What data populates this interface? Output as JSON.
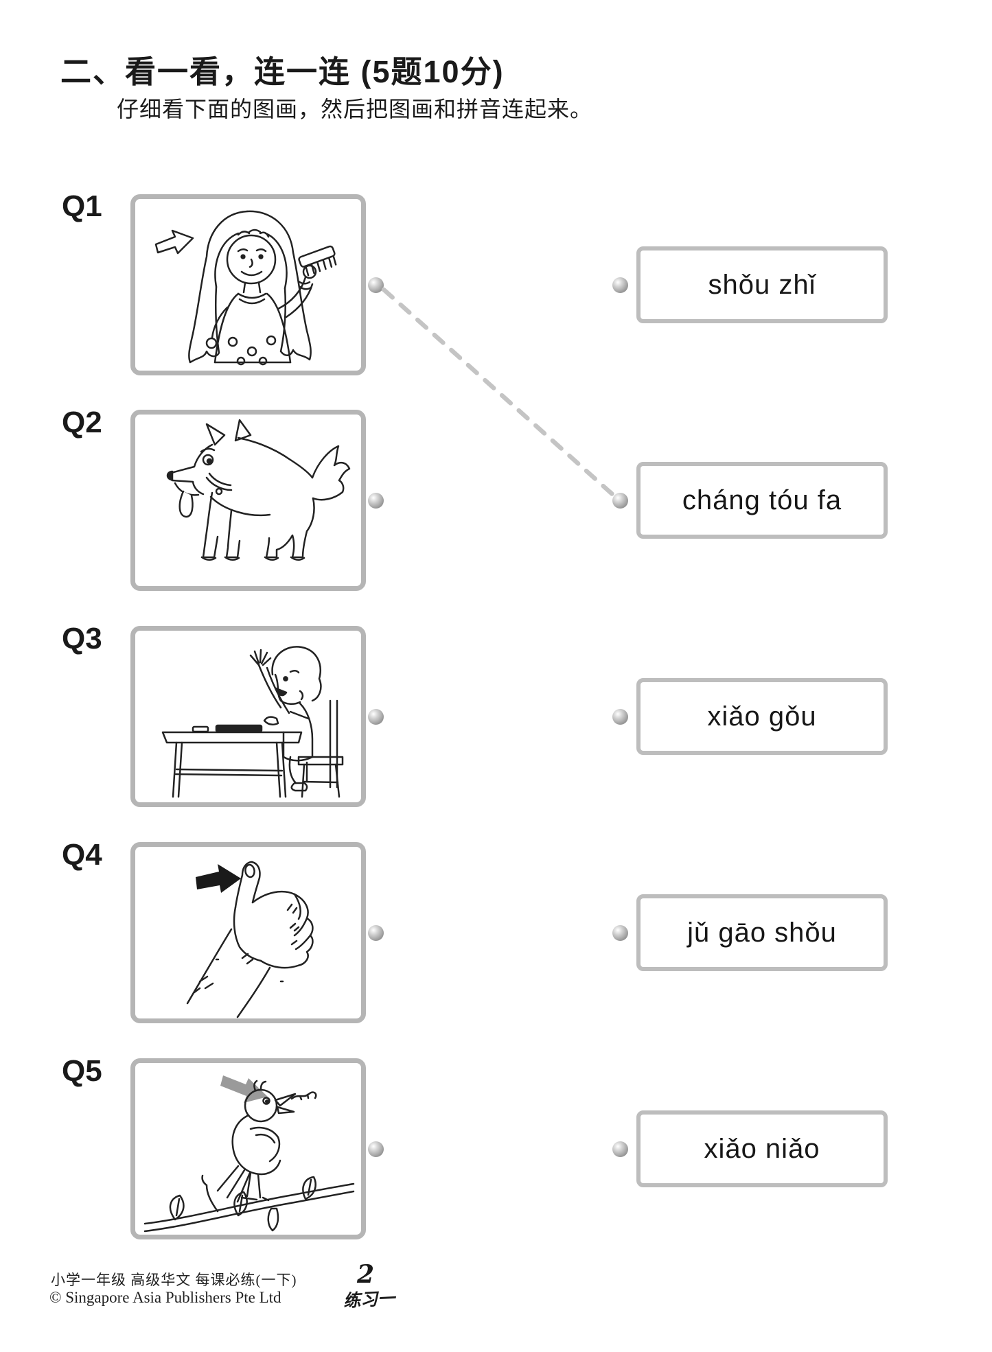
{
  "header": {
    "title": "二、看一看，连一连 (5题10分)",
    "subtitle": "仔细看下面的图画，然后把图画和拼音连起来。"
  },
  "questions": [
    {
      "label": "Q1",
      "image": "girl-combing-long-hair"
    },
    {
      "label": "Q2",
      "image": "small-dog"
    },
    {
      "label": "Q3",
      "image": "child-raising-hand-at-desk"
    },
    {
      "label": "Q4",
      "image": "hand-with-thumb-up"
    },
    {
      "label": "Q5",
      "image": "small-bird-on-branch-with-worm"
    }
  ],
  "answers": [
    {
      "pinyin": "shǒu zhǐ"
    },
    {
      "pinyin": "cháng tóu fa"
    },
    {
      "pinyin": "xiǎo gǒu"
    },
    {
      "pinyin": "jǔ gāo shǒu"
    },
    {
      "pinyin": "xiǎo niǎo"
    }
  ],
  "connection": {
    "from": "Q1",
    "to": "cháng tóu fa",
    "style": "gray-dashed-line"
  },
  "footer": {
    "book": "小学一年级 高级华文 每课必练(一下)",
    "copyright": "© Singapore Asia Publishers Pte Ltd",
    "page_number": "2",
    "exercise": "练习一"
  },
  "colors": {
    "box_border": "#b5b5b5",
    "answer_border": "#bdbdbd",
    "dashed_line": "#c4c4c4",
    "text": "#1a1a1a"
  }
}
